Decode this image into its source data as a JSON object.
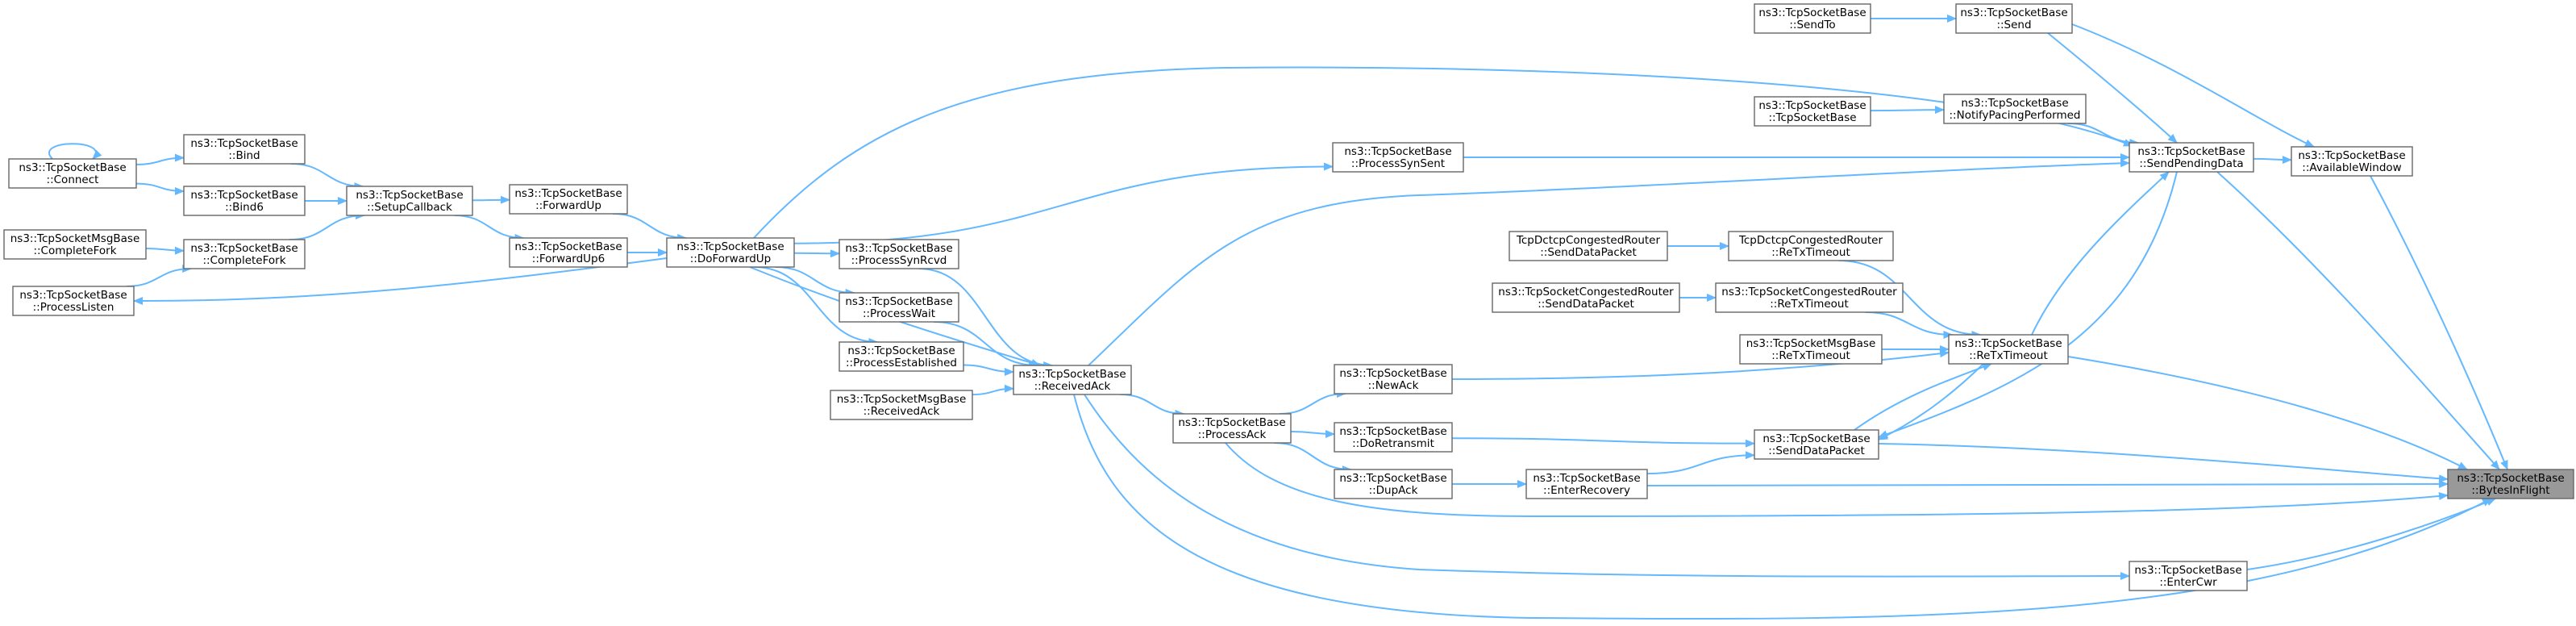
{
  "diagram": {
    "nodes": [
      {
        "id": "bytes_in_flight",
        "line1": "ns3::TcpSocketBase",
        "line2": "::BytesInFlight",
        "focus": true
      },
      {
        "id": "available_window",
        "line1": "ns3::TcpSocketBase",
        "line2": "::AvailableWindow"
      },
      {
        "id": "send_pending_data",
        "line1": "ns3::TcpSocketBase",
        "line2": "::SendPendingData"
      },
      {
        "id": "send",
        "line1": "ns3::TcpSocketBase",
        "line2": "::Send"
      },
      {
        "id": "send_to",
        "line1": "ns3::TcpSocketBase",
        "line2": "::SendTo"
      },
      {
        "id": "notify_pacing",
        "line1": "ns3::TcpSocketBase",
        "line2": "::NotifyPacingPerformed"
      },
      {
        "id": "tcp_ctor",
        "line1": "ns3::TcpSocketBase",
        "line2": "::TcpSocketBase"
      },
      {
        "id": "process_syn_sent",
        "line1": "ns3::TcpSocketBase",
        "line2": "::ProcessSynSent"
      },
      {
        "id": "do_forward_up",
        "line1": "ns3::TcpSocketBase",
        "line2": "::DoForwardUp"
      },
      {
        "id": "forward_up",
        "line1": "ns3::TcpSocketBase",
        "line2": "::ForwardUp"
      },
      {
        "id": "forward_up6",
        "line1": "ns3::TcpSocketBase",
        "line2": "::ForwardUp6"
      },
      {
        "id": "setup_callback",
        "line1": "ns3::TcpSocketBase",
        "line2": "::SetupCallback"
      },
      {
        "id": "bind",
        "line1": "ns3::TcpSocketBase",
        "line2": "::Bind"
      },
      {
        "id": "bind6",
        "line1": "ns3::TcpSocketBase",
        "line2": "::Bind6"
      },
      {
        "id": "complete_fork",
        "line1": "ns3::TcpSocketBase",
        "line2": "::CompleteFork"
      },
      {
        "id": "connect",
        "line1": "ns3::TcpSocketBase",
        "line2": "::Connect"
      },
      {
        "id": "msg_complete_fork",
        "line1": "ns3::TcpSocketMsgBase",
        "line2": "::CompleteFork"
      },
      {
        "id": "process_listen",
        "line1": "ns3::TcpSocketBase",
        "line2": "::ProcessListen"
      },
      {
        "id": "process_syn_rcvd",
        "line1": "ns3::TcpSocketBase",
        "line2": "::ProcessSynRcvd"
      },
      {
        "id": "process_wait",
        "line1": "ns3::TcpSocketBase",
        "line2": "::ProcessWait"
      },
      {
        "id": "process_established",
        "line1": "ns3::TcpSocketBase",
        "line2": "::ProcessEstablished"
      },
      {
        "id": "received_ack",
        "line1": "ns3::TcpSocketBase",
        "line2": "::ReceivedAck"
      },
      {
        "id": "msg_received_ack",
        "line1": "ns3::TcpSocketMsgBase",
        "line2": "::ReceivedAck"
      },
      {
        "id": "process_ack",
        "line1": "ns3::TcpSocketBase",
        "line2": "::ProcessAck"
      },
      {
        "id": "new_ack",
        "line1": "ns3::TcpSocketBase",
        "line2": "::NewAck"
      },
      {
        "id": "do_retransmit",
        "line1": "ns3::TcpSocketBase",
        "line2": "::DoRetransmit"
      },
      {
        "id": "dup_ack",
        "line1": "ns3::TcpSocketBase",
        "line2": "::DupAck"
      },
      {
        "id": "enter_recovery",
        "line1": "ns3::TcpSocketBase",
        "line2": "::EnterRecovery"
      },
      {
        "id": "send_data_packet",
        "line1": "ns3::TcpSocketBase",
        "line2": "::SendDataPacket"
      },
      {
        "id": "retx_timeout",
        "line1": "ns3::TcpSocketBase",
        "line2": "::ReTxTimeout"
      },
      {
        "id": "dctcp_retx",
        "line1": "TcpDctcpCongestedRouter",
        "line2": "::ReTxTimeout"
      },
      {
        "id": "dctcp_send",
        "line1": "TcpDctcpCongestedRouter",
        "line2": "::SendDataPacket"
      },
      {
        "id": "cong_retx",
        "line1": "ns3::TcpSocketCongestedRouter",
        "line2": "::ReTxTimeout"
      },
      {
        "id": "cong_send",
        "line1": "ns3::TcpSocketCongestedRouter",
        "line2": "::SendDataPacket"
      },
      {
        "id": "msg_retx",
        "line1": "ns3::TcpSocketMsgBase",
        "line2": "::ReTxTimeout"
      },
      {
        "id": "enter_cwr",
        "line1": "ns3::TcpSocketBase",
        "line2": "::EnterCwr"
      }
    ],
    "edges": [
      [
        "available_window",
        "bytes_in_flight"
      ],
      [
        "send_pending_data",
        "bytes_in_flight"
      ],
      [
        "send_pending_data",
        "available_window"
      ],
      [
        "send",
        "available_window"
      ],
      [
        "send",
        "send_pending_data"
      ],
      [
        "send_to",
        "send"
      ],
      [
        "notify_pacing",
        "send_pending_data"
      ],
      [
        "tcp_ctor",
        "notify_pacing"
      ],
      [
        "process_syn_sent",
        "send_pending_data"
      ],
      [
        "do_forward_up",
        "process_syn_sent"
      ],
      [
        "do_forward_up",
        "send_pending_data"
      ],
      [
        "forward_up",
        "do_forward_up"
      ],
      [
        "forward_up6",
        "do_forward_up"
      ],
      [
        "setup_callback",
        "forward_up"
      ],
      [
        "setup_callback",
        "forward_up6"
      ],
      [
        "bind",
        "setup_callback"
      ],
      [
        "bind6",
        "setup_callback"
      ],
      [
        "complete_fork",
        "setup_callback"
      ],
      [
        "connect",
        "bind"
      ],
      [
        "connect",
        "bind6"
      ],
      [
        "connect",
        "connect"
      ],
      [
        "msg_complete_fork",
        "complete_fork"
      ],
      [
        "process_listen",
        "complete_fork"
      ],
      [
        "do_forward_up",
        "process_listen"
      ],
      [
        "do_forward_up",
        "process_syn_rcvd"
      ],
      [
        "do_forward_up",
        "process_wait"
      ],
      [
        "do_forward_up",
        "process_established"
      ],
      [
        "do_forward_up",
        "received_ack"
      ],
      [
        "process_syn_rcvd",
        "received_ack"
      ],
      [
        "process_wait",
        "received_ack"
      ],
      [
        "process_established",
        "received_ack"
      ],
      [
        "msg_received_ack",
        "received_ack"
      ],
      [
        "received_ack",
        "process_ack"
      ],
      [
        "received_ack",
        "send_pending_data"
      ],
      [
        "received_ack",
        "enter_cwr"
      ],
      [
        "received_ack",
        "bytes_in_flight"
      ],
      [
        "process_ack",
        "new_ack"
      ],
      [
        "process_ack",
        "do_retransmit"
      ],
      [
        "process_ack",
        "dup_ack"
      ],
      [
        "process_ack",
        "bytes_in_flight"
      ],
      [
        "dup_ack",
        "enter_recovery"
      ],
      [
        "enter_recovery",
        "send_data_packet"
      ],
      [
        "enter_recovery",
        "bytes_in_flight"
      ],
      [
        "do_retransmit",
        "send_data_packet"
      ],
      [
        "new_ack",
        "retx_timeout"
      ],
      [
        "send_data_packet",
        "bytes_in_flight"
      ],
      [
        "send_data_packet",
        "retx_timeout"
      ],
      [
        "retx_timeout",
        "send_data_packet"
      ],
      [
        "retx_timeout",
        "send_pending_data"
      ],
      [
        "retx_timeout",
        "bytes_in_flight"
      ],
      [
        "send_pending_data",
        "send_data_packet"
      ],
      [
        "dctcp_send",
        "dctcp_retx"
      ],
      [
        "dctcp_retx",
        "retx_timeout"
      ],
      [
        "cong_send",
        "cong_retx"
      ],
      [
        "cong_retx",
        "retx_timeout"
      ],
      [
        "msg_retx",
        "retx_timeout"
      ],
      [
        "enter_cwr",
        "bytes_in_flight"
      ]
    ]
  }
}
